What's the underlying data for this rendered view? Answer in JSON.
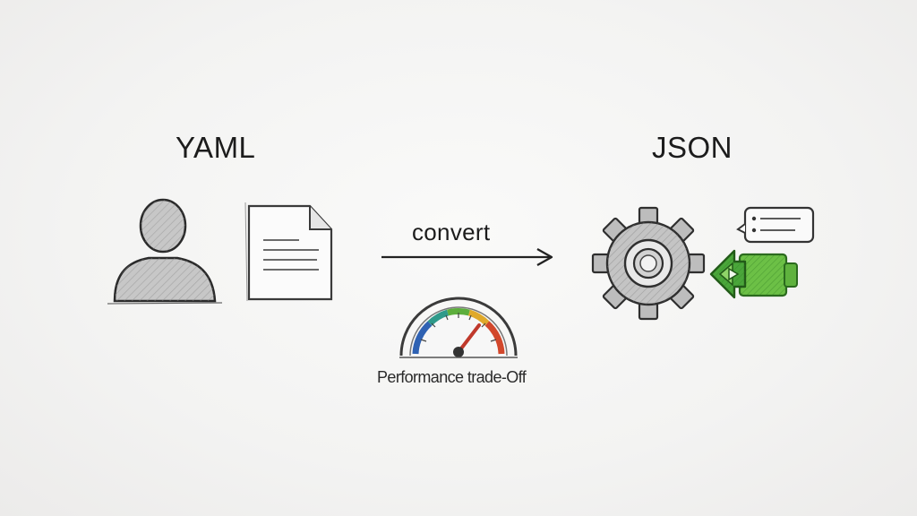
{
  "left": {
    "title": "YAML"
  },
  "right": {
    "title": "JSON"
  },
  "arrow": {
    "label": "convert"
  },
  "gauge": {
    "caption": "Performance trade-Off"
  },
  "icons": {
    "person": "person-icon",
    "document": "document-icon",
    "gear": "gear-icon",
    "message": "message-card-icon",
    "green": "green-arrow-block-icon",
    "gauge": "speedometer-gauge-icon"
  },
  "colors": {
    "ink": "#1c1c1c",
    "green": "#4aa63a",
    "needle": "#c0392b"
  }
}
